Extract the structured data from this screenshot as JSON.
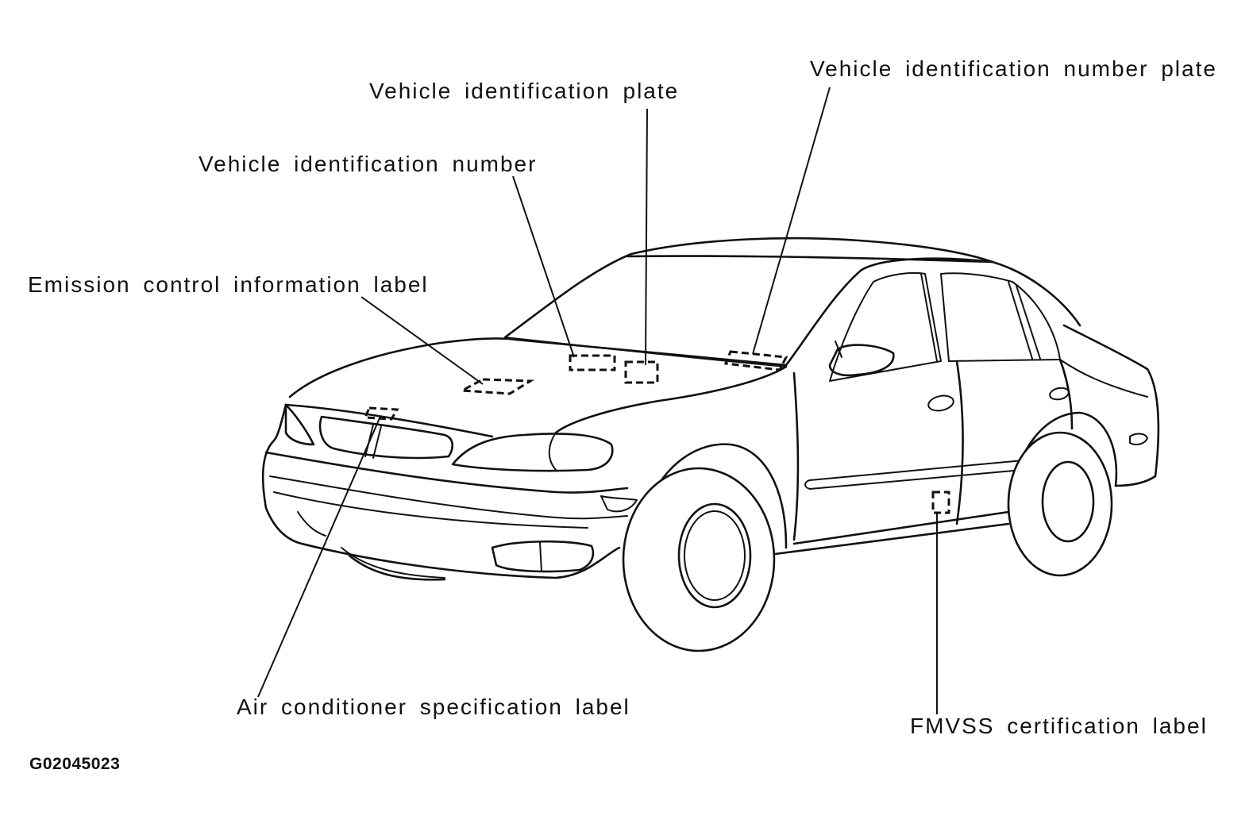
{
  "labels": {
    "vehicle_identification_plate": "Vehicle identification plate",
    "vehicle_identification_number_plate": "Vehicle identification number plate",
    "vehicle_identification_number": "Vehicle identification number",
    "emission_control_information_label": "Emission control information label",
    "air_conditioner_specification_label": "Air conditioner specification label",
    "fmvss_certification_label": "FMVSS certification label"
  },
  "figure_id": "G02045023"
}
